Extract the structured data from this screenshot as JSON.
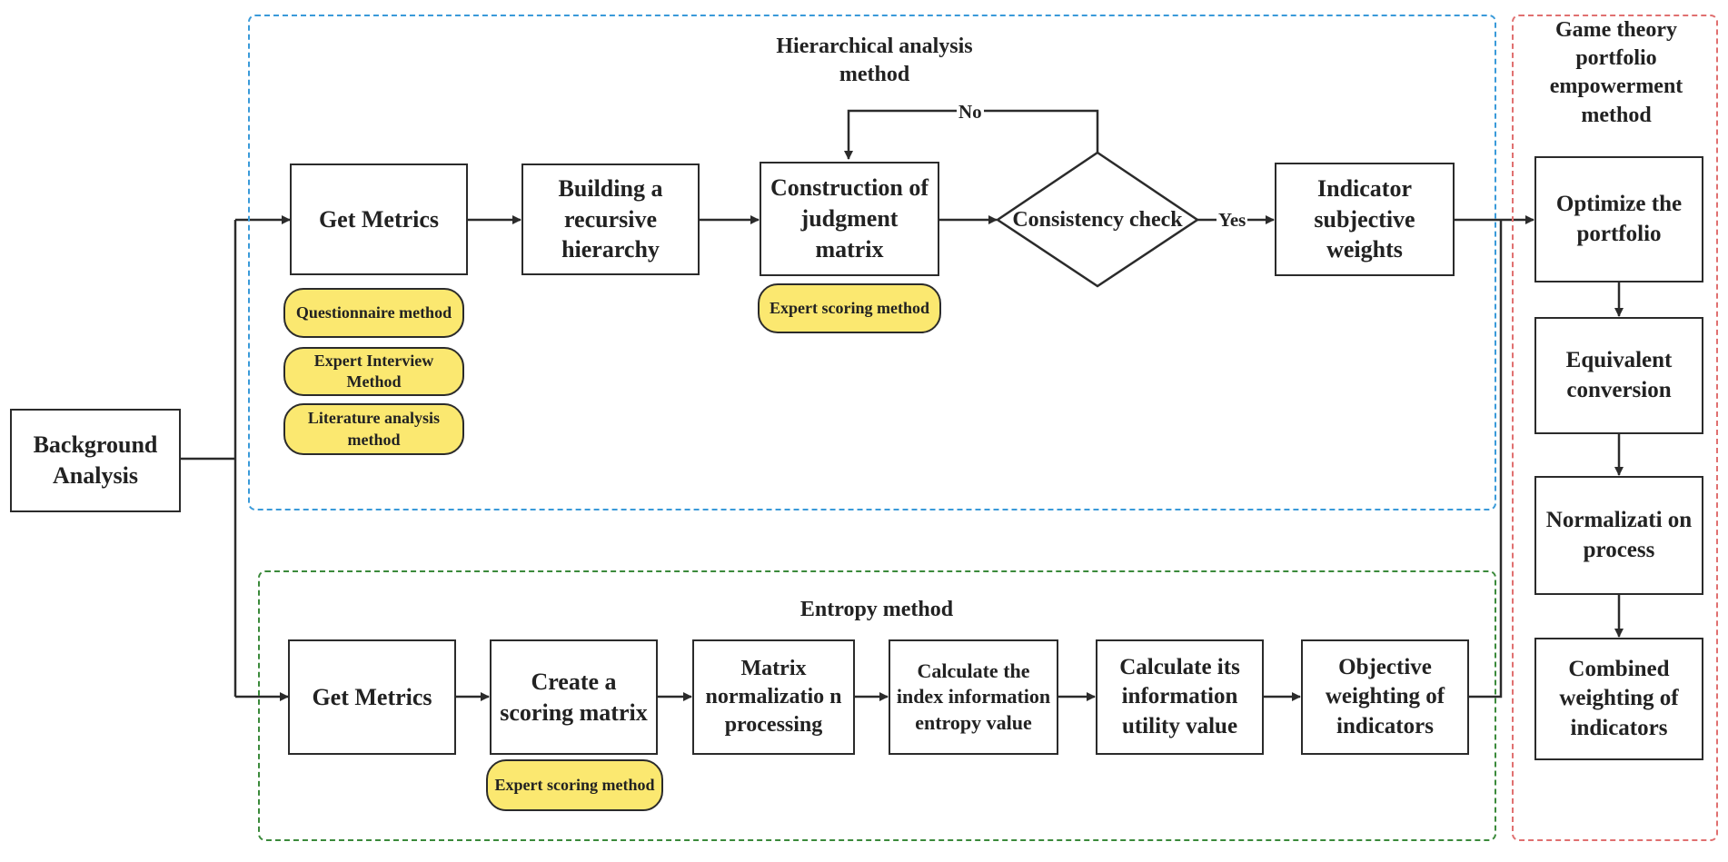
{
  "colors": {
    "ahp_border": "#3a9ad9",
    "entropy_border": "#3b8a3b",
    "game_border": "#e07070",
    "method_fill": "#fbe870",
    "line": "#2b2b2b"
  },
  "background_analysis": "Background Analysis",
  "ahp": {
    "title": "Hierarchical analysis method",
    "get_metrics": "Get Metrics",
    "building_hierarchy": "Building a recursive hierarchy",
    "construction_matrix": "Construction of judgment matrix",
    "consistency_check": "Consistency check",
    "label_no": "No",
    "label_yes": "Yes",
    "subjective_weights": "Indicator subjective weights",
    "methods": {
      "questionnaire": "Questionnaire method",
      "expert_interview": "Expert Interview Method",
      "literature": "Literature analysis method",
      "expert_scoring": "Expert scoring method"
    }
  },
  "entropy": {
    "title": "Entropy method",
    "get_metrics": "Get Metrics",
    "create_matrix": "Create a scoring matrix",
    "normalization": "Matrix normalizatio n processing",
    "entropy_value": "Calculate the index information entropy value",
    "utility_value": "Calculate its information utility value",
    "objective_weighting": "Objective weighting of indicators",
    "expert_scoring": "Expert scoring method"
  },
  "game": {
    "title": "Game theory portfolio empowerment method",
    "optimize": "Optimize the portfolio",
    "equivalent": "Equivalent conversion",
    "normalization": "Normalizati on process",
    "combined": "Combined weighting of indicators"
  }
}
